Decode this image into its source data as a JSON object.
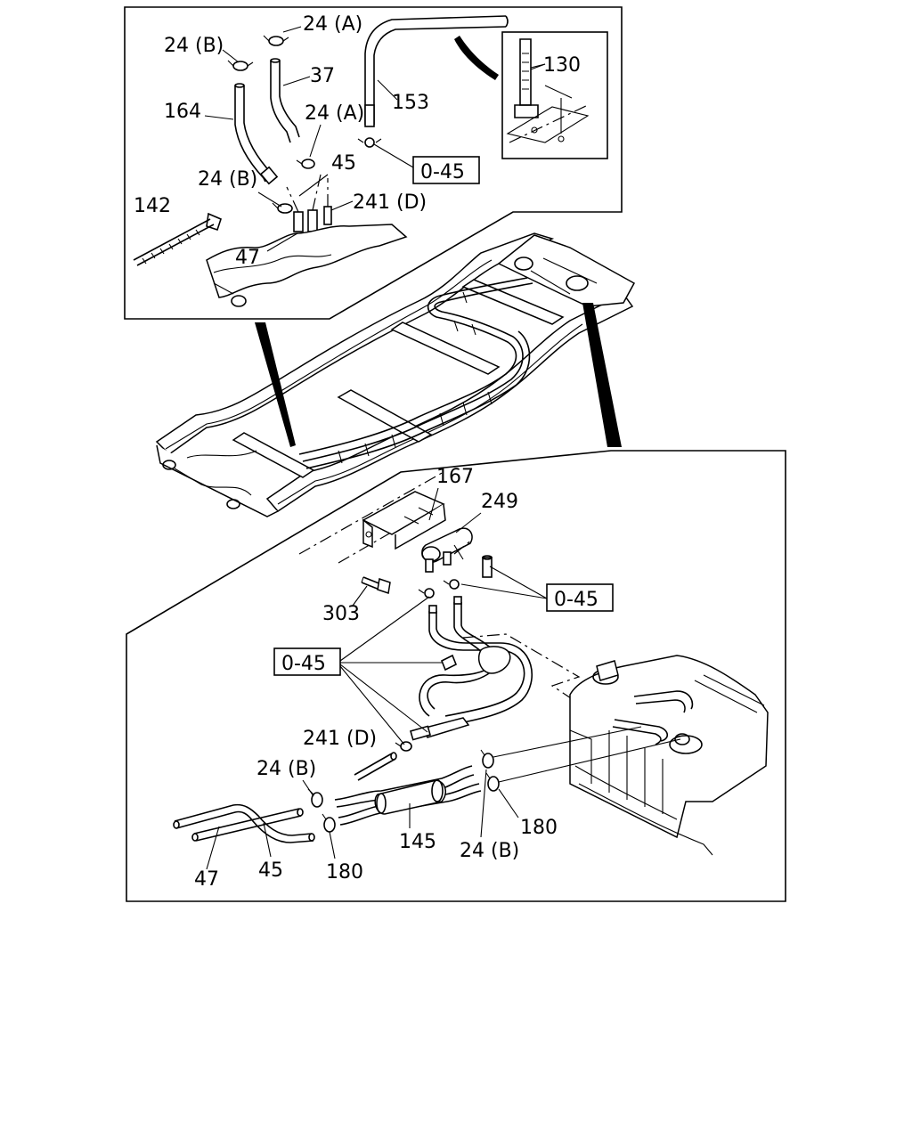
{
  "labels": {
    "p24a_top": "24 (A)",
    "p24b_top": "24 (B)",
    "p37": "37",
    "p164": "164",
    "p153": "153",
    "p130": "130",
    "p24a_mid": "24 (A)",
    "p45_top": "45",
    "p24b_mid": "24 (B)",
    "p241d_top": "241 (D)",
    "p142": "142",
    "p47_top": "47",
    "ref045_top": "0-45",
    "p167": "167",
    "p249": "249",
    "ref045_right": "0-45",
    "p303": "303",
    "ref045_left": "0-45",
    "p241d_bot": "241 (D)",
    "p24b_bot_left": "24 (B)",
    "p180_right": "180",
    "p145": "145",
    "p24b_bot_right": "24 (B)",
    "p47_bot": "47",
    "p45_bot": "45",
    "p180_bot": "180"
  }
}
